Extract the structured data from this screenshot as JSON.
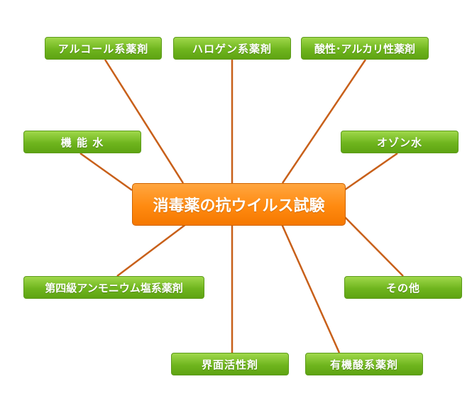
{
  "center": {
    "label": "消毒薬の抗ウイルス試験"
  },
  "nodes": [
    {
      "label": "アルコール系薬剤"
    },
    {
      "label": "ハロゲン系薬剤"
    },
    {
      "label": "酸性･アルカリ性薬剤"
    },
    {
      "label": "機 能 水"
    },
    {
      "label": "オゾン水"
    },
    {
      "label": "第四級アンモニウム塩系薬剤"
    },
    {
      "label": "その他"
    },
    {
      "label": "界面活性剤"
    },
    {
      "label": "有機酸系薬剤"
    }
  ],
  "colors": {
    "line": "#c8601a",
    "node": "#6fb51e",
    "center": "#ff8a10"
  }
}
